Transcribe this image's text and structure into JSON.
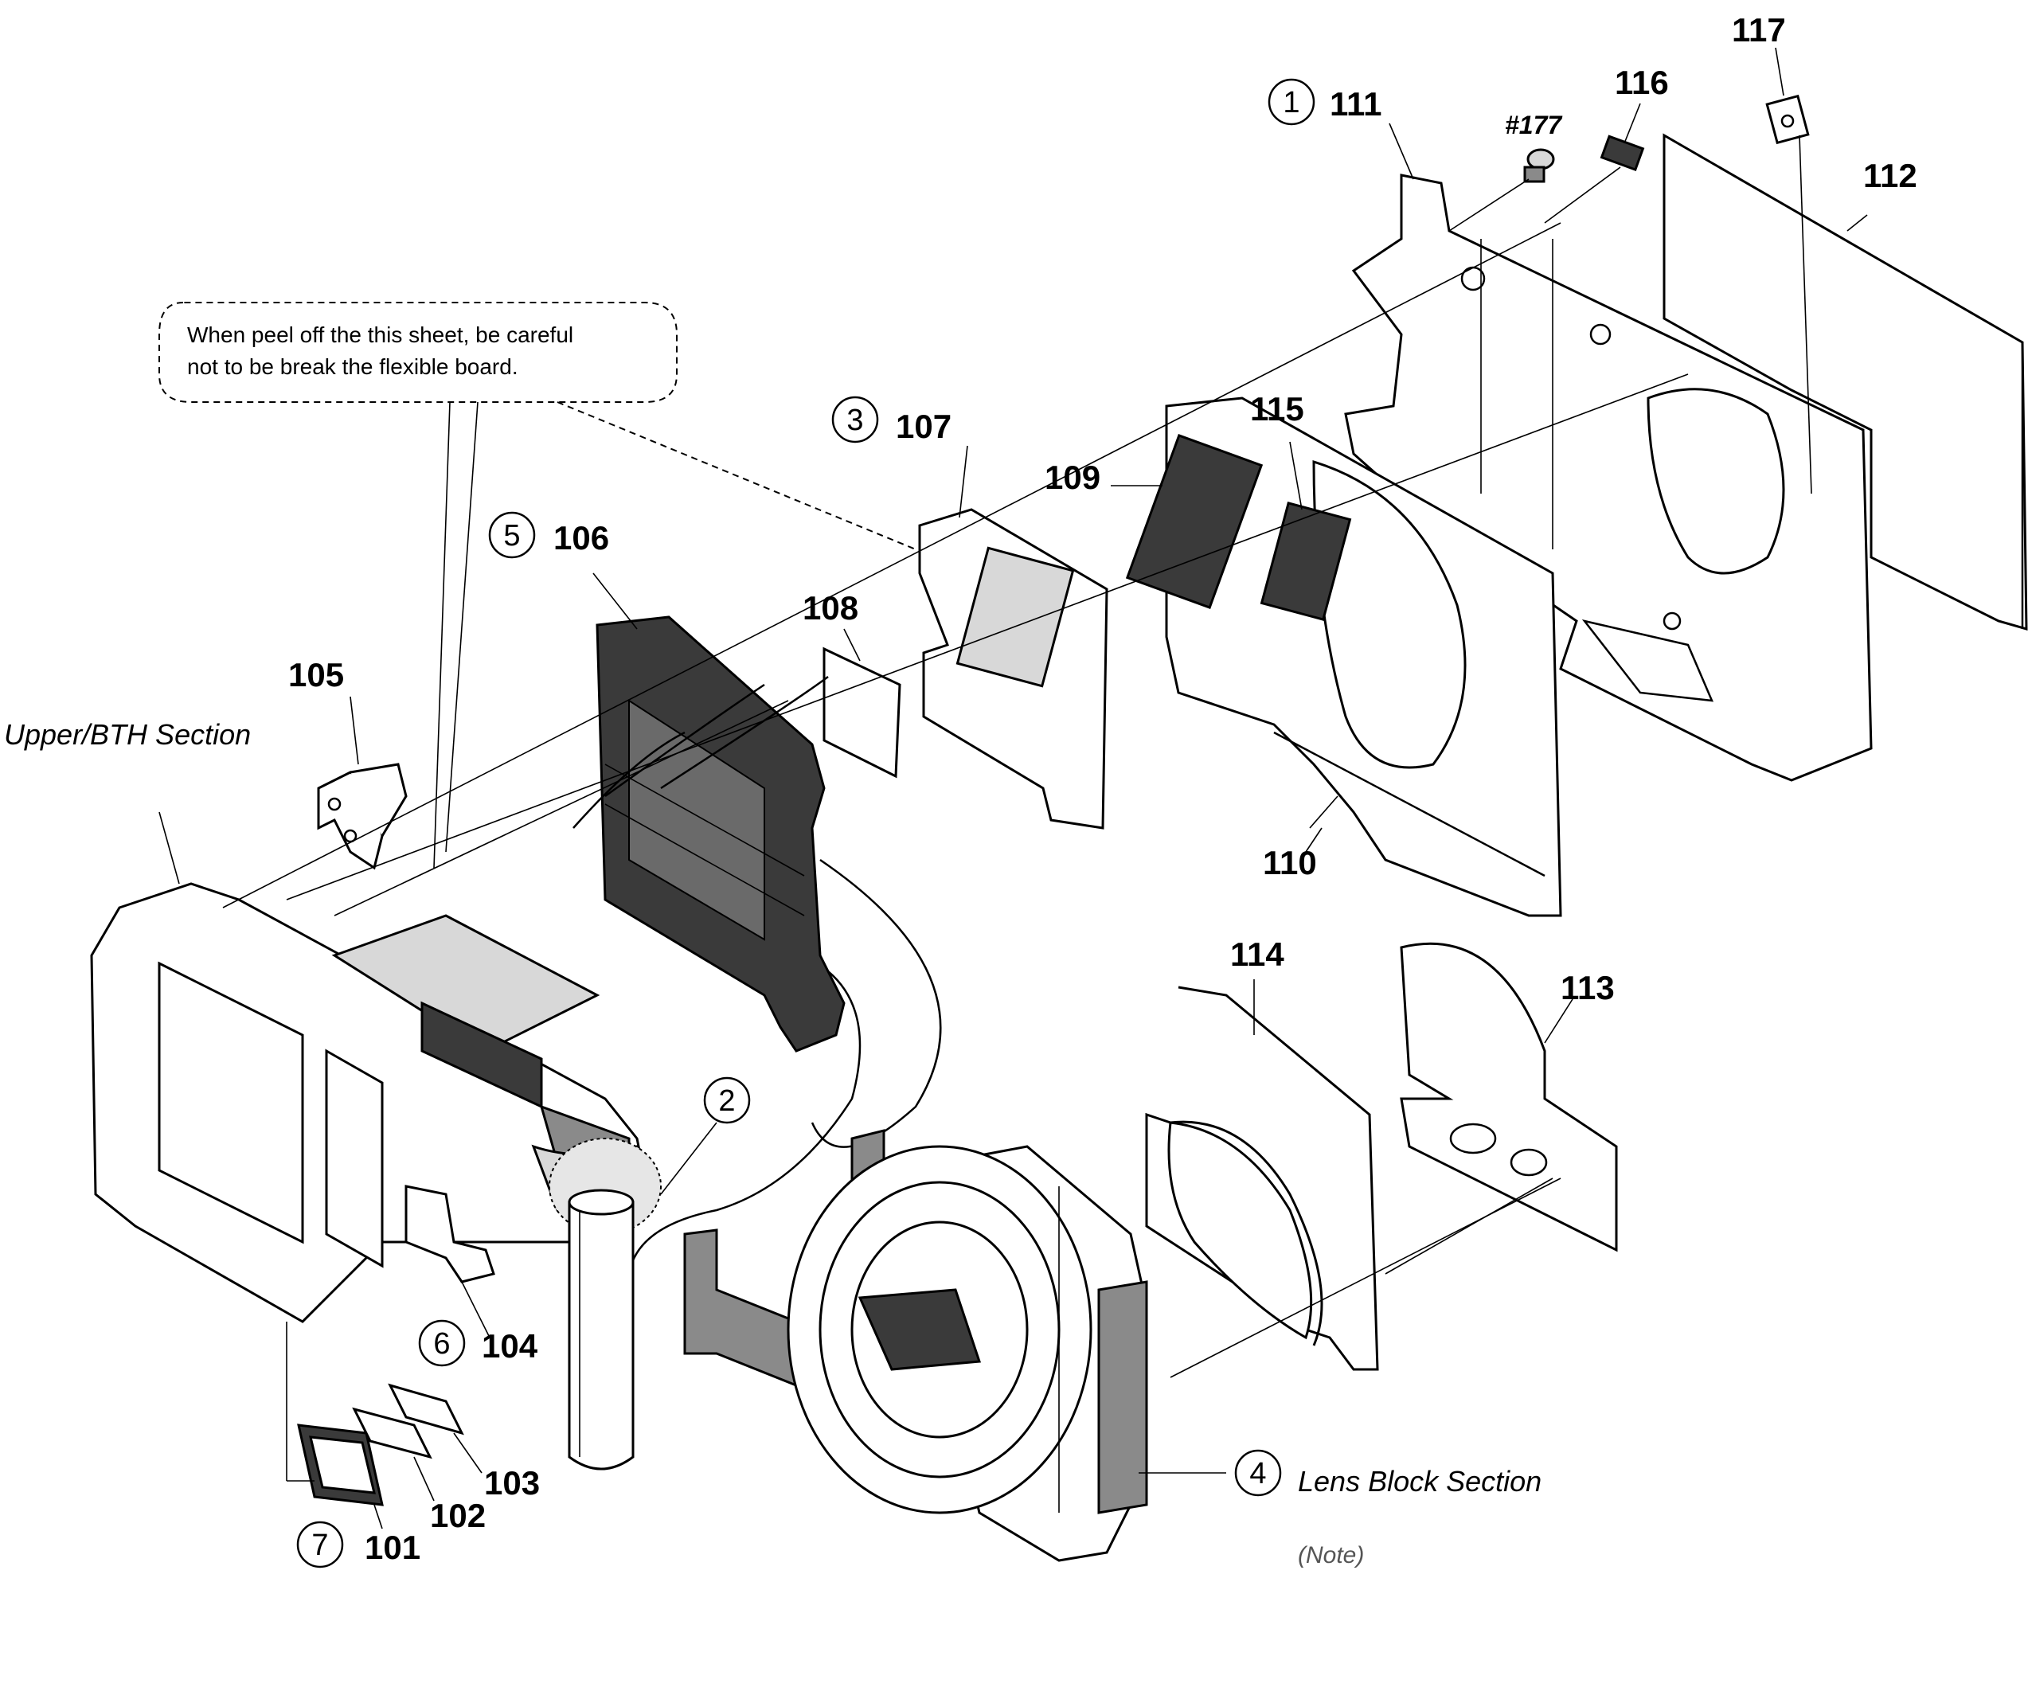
{
  "callout_note": {
    "line1": "When peel off the this sheet, be careful",
    "line2": "not to be break the flexible board."
  },
  "part_labels": {
    "p101": "101",
    "p102": "102",
    "p103": "103",
    "p104": "104",
    "p105": "105",
    "p106": "106",
    "p107": "107",
    "p108": "108",
    "p109": "109",
    "p110": "110",
    "p111": "111",
    "p112": "112",
    "p113": "113",
    "p114": "114",
    "p115": "115",
    "p116": "116",
    "p117": "117",
    "screw": "#177"
  },
  "circled_numbers": {
    "c1": "1",
    "c2": "2",
    "c3": "3",
    "c4": "4",
    "c5": "5",
    "c6": "6",
    "c7": "7"
  },
  "section_labels": {
    "upper_bth": "Upper/BTH Section",
    "lens_block": "Lens Block Section",
    "note": "(Note)"
  }
}
